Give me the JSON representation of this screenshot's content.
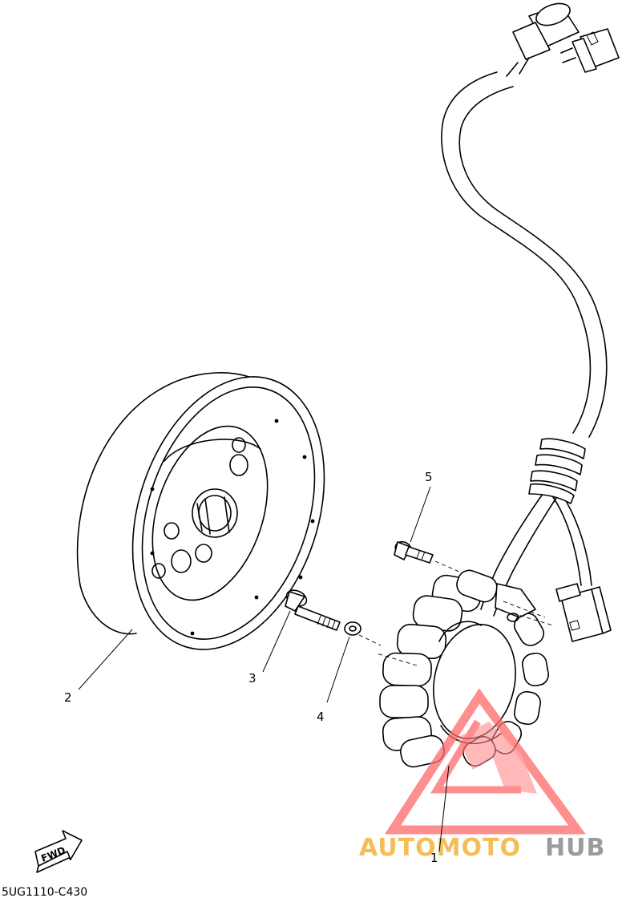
{
  "diagram": {
    "callouts": [
      {
        "id": "1",
        "text": "1"
      },
      {
        "id": "2",
        "text": "2"
      },
      {
        "id": "3",
        "text": "3"
      },
      {
        "id": "4",
        "text": "4"
      },
      {
        "id": "5",
        "text": "5"
      }
    ],
    "fwd_label": "FWD",
    "drawing_code": "5UG1110-C430"
  },
  "watermark": {
    "text_part1": "AUTOMOTO",
    "text_part2": "HUB",
    "color_orange": "#f3b23a",
    "color_gray": "#8a8a8a",
    "color_red": "#ff6a6a"
  }
}
